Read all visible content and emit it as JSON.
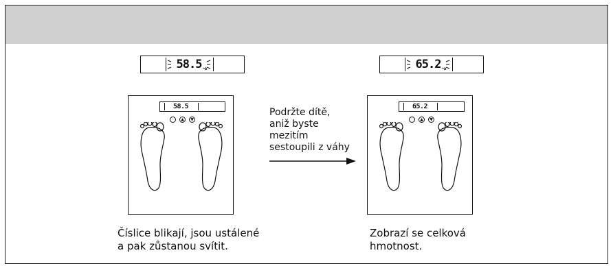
{
  "header": {
    "band_color": "#cfcfcf"
  },
  "step1": {
    "display_reading": "58.5",
    "scale_reading": "58.5",
    "caption_line1": "Číslice blikají, jsou ustálené",
    "caption_line2": "a pak zůstanou svítit."
  },
  "step2": {
    "display_reading": "65.2",
    "scale_reading": "65.2",
    "caption_line1": "Zobrazí se celková",
    "caption_line2": "hmotnost."
  },
  "arrow_note": {
    "line1": "Podržte dítě,",
    "line2": "aniž byste",
    "line3": "mezitím",
    "line4": "sestoupili z váhy"
  },
  "icons": {
    "set_button": "set",
    "up_button": "up-arrow-icon",
    "down_button": "down-arrow-icon",
    "footprint": "footprint-icon",
    "arrow": "right-arrow-icon"
  }
}
